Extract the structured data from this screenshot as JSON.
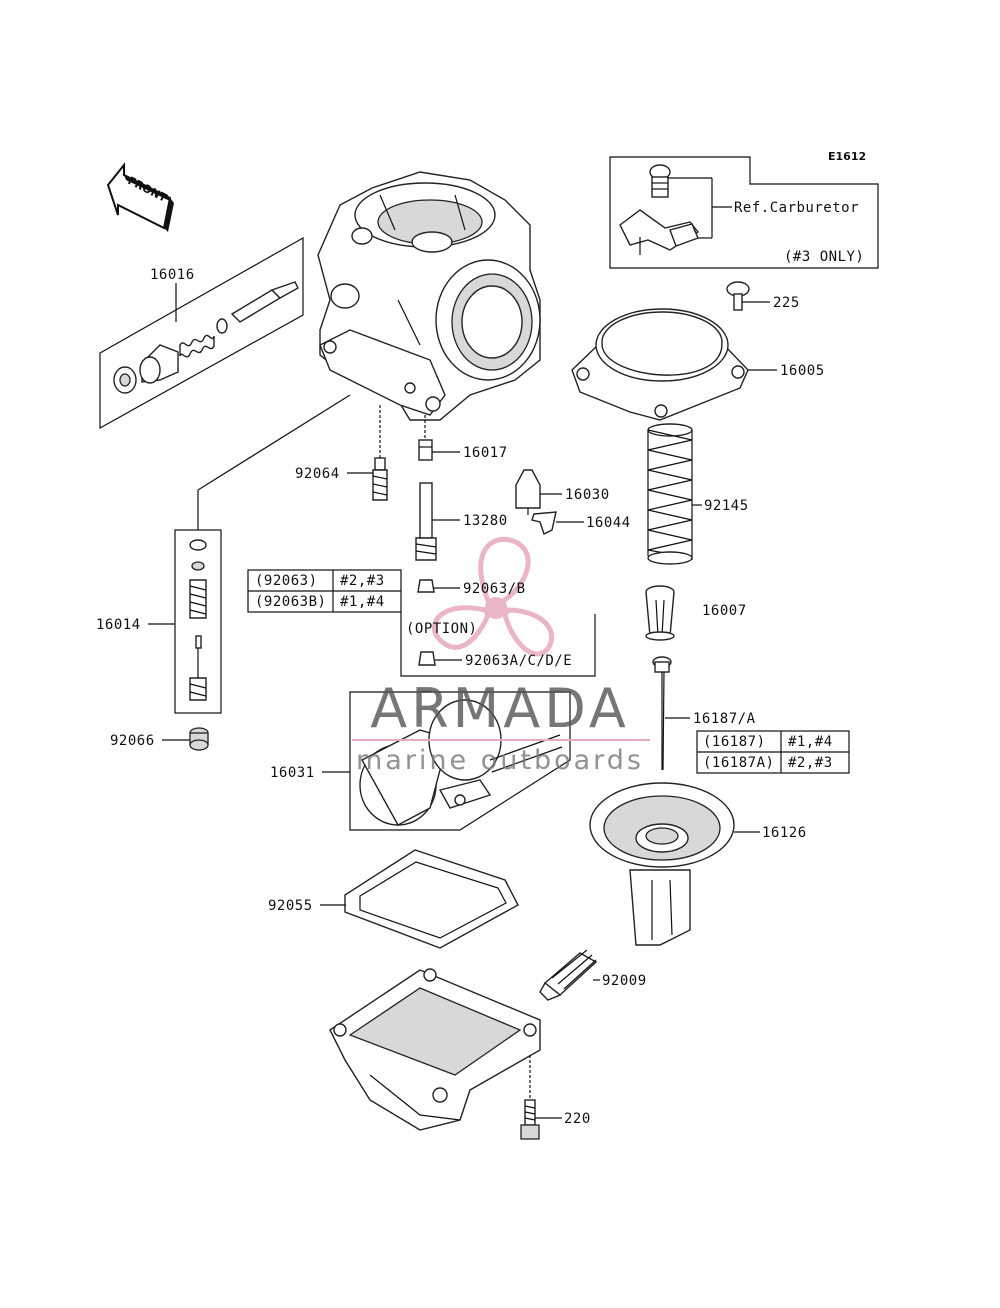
{
  "diagram": {
    "code": "E1612",
    "front_label": "FRONT",
    "ref_label": "Ref.Carburetor",
    "ref_note": "(#3 ONLY)",
    "option_label": "(OPTION)",
    "parts": {
      "p16016": "16016",
      "p16014": "16014",
      "p92066": "92066",
      "p92064": "92064",
      "p16017": "16017",
      "p13280": "13280",
      "p16030": "16030",
      "p16044": "16044",
      "p92063b": "92063/B",
      "p92063ae": "92063A/C/D/E",
      "p16031": "16031",
      "p92055": "92055",
      "p92009": "92009",
      "p220": "220",
      "p225": "225",
      "p16005": "16005",
      "p92145": "92145",
      "p16007": "16007",
      "p16187": "16187/A",
      "p16126": "16126"
    },
    "table_92063": [
      {
        "part": "(92063)",
        "models": "#2,#3"
      },
      {
        "part": "(92063B)",
        "models": "#1,#4"
      }
    ],
    "table_16187": [
      {
        "part": "(16187)",
        "models": "#1,#4"
      },
      {
        "part": "(16187A)",
        "models": "#2,#3"
      }
    ]
  },
  "watermark": {
    "brand": "ARMADA",
    "tagline": "marine outboards",
    "color": "#e8a9bf"
  }
}
